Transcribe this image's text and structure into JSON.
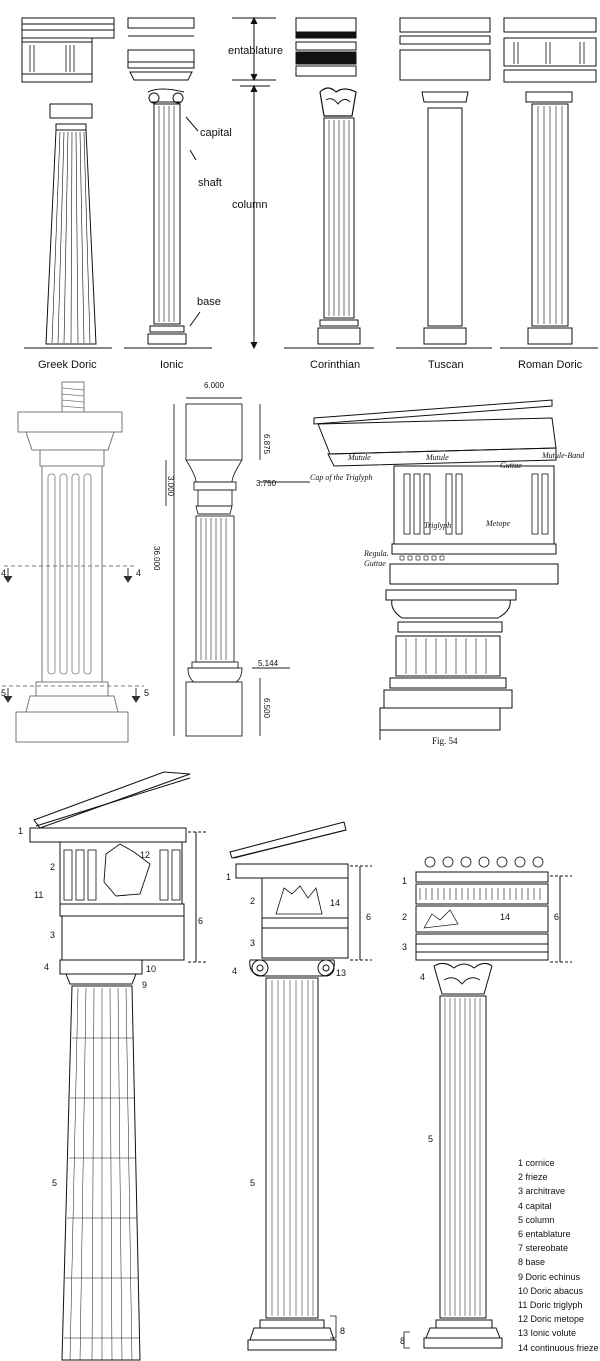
{
  "orders": {
    "names": [
      "Greek Doric",
      "Ionic",
      "Corinthian",
      "Tuscan",
      "Roman Doric"
    ],
    "parts": {
      "entablature": "entablature",
      "capital": "capital",
      "shaft": "shaft",
      "column": "column",
      "base": "base"
    }
  },
  "drawing": {
    "section_marks": [
      "4",
      "4",
      "5",
      "5"
    ],
    "dims": {
      "width": "6.000",
      "top": "6.875",
      "cap": "3.750",
      "neck": "3.000",
      "height": "36.000",
      "base_w": "5.144",
      "base_h": "6.500"
    }
  },
  "fig54": {
    "labels": {
      "mutule1": "Mutule",
      "mutule2": "Mutule",
      "mutule_band": "Mutule-Band",
      "guttae": "Guttae",
      "cap_triglyph": "Cap of the Triglyph",
      "triglyph": "Triglyph",
      "metope": "Metope",
      "regula": "Regula.",
      "guttae2": "Guttae"
    },
    "caption": "Fig. 54"
  },
  "legend": [
    "1 cornice",
    "2 frieze",
    "3 architrave",
    "4 capital",
    "5 column",
    "6 entablature",
    "7 stereobate",
    "8 base",
    "9 Doric echinus",
    "10 Doric abacus",
    "11 Doric triglyph",
    "12 Doric metope",
    "13 Ionic volute",
    "14 continuous frieze"
  ],
  "numbers": {
    "doric": [
      "1",
      "2",
      "11",
      "12",
      "3",
      "4",
      "10",
      "9",
      "6",
      "5"
    ],
    "ionic": [
      "1",
      "2",
      "14",
      "3",
      "4",
      "13",
      "6",
      "5",
      "8"
    ],
    "corinth": [
      "1",
      "2",
      "14",
      "3",
      "4",
      "6",
      "5",
      "8"
    ]
  }
}
